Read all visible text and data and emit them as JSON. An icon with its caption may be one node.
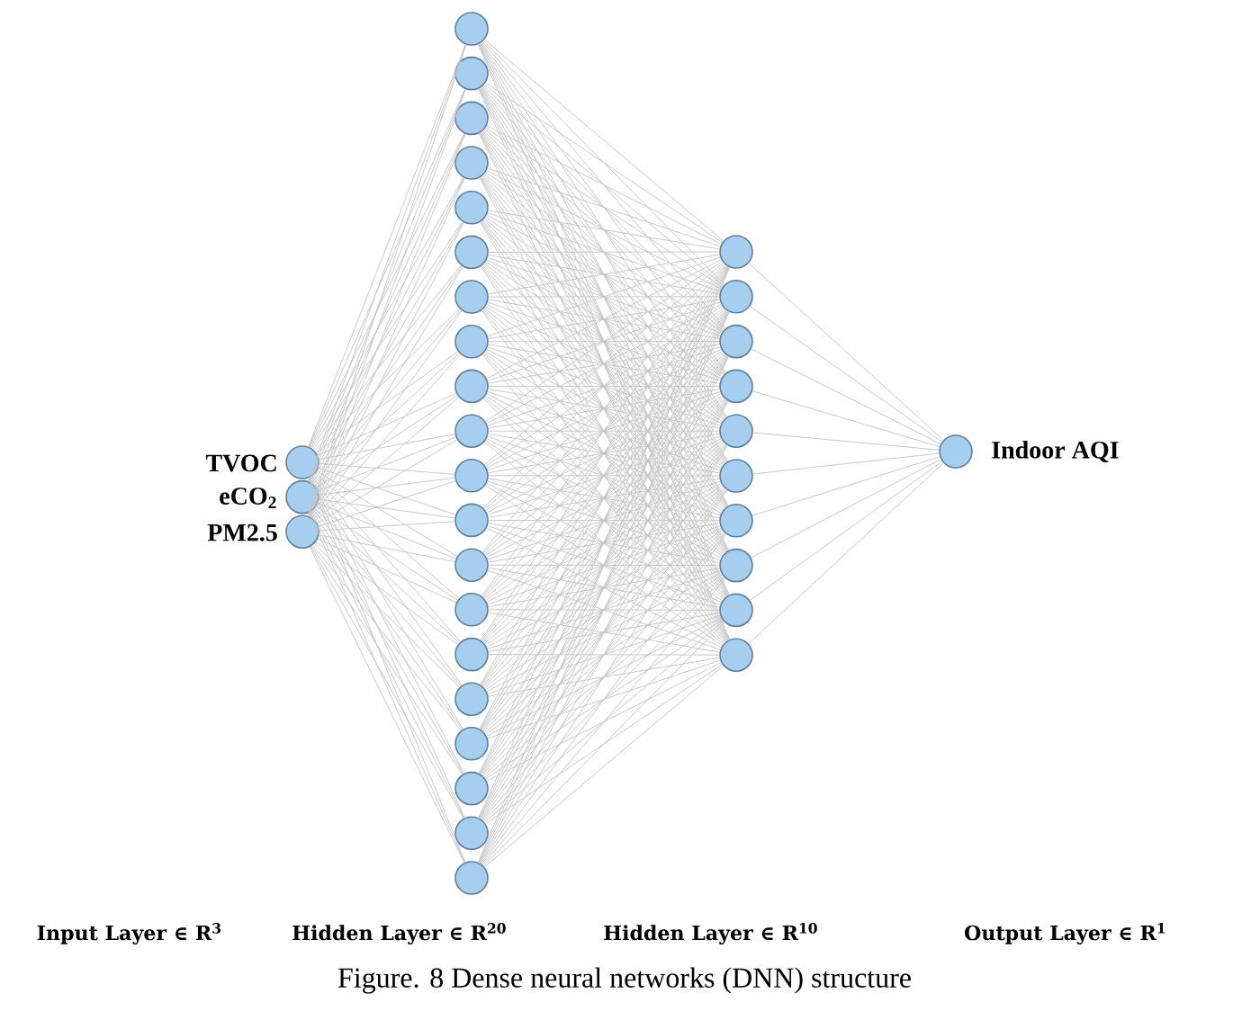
{
  "diagram": {
    "caption": "Figure. 8 Dense neural networks (DNN) structure",
    "nodes": [
      {
        "text": [],
        "shape": "circle",
        "beside": [
          "TVOC"
        ]
      },
      {
        "text": [],
        "shape": "circle",
        "beside": [
          "eCO$_{2}$"
        ]
      },
      {
        "text": [],
        "shape": "circle",
        "beside": [
          "PM2.5"
        ]
      },
      {
        "text": [],
        "shape": "circle"
      },
      {
        "text": [],
        "shape": "circle"
      },
      {
        "text": [],
        "shape": "circle"
      },
      {
        "text": [],
        "shape": "circle"
      },
      {
        "text": [],
        "shape": "circle"
      },
      {
        "text": [],
        "shape": "circle"
      },
      {
        "text": [],
        "shape": "circle"
      },
      {
        "text": [],
        "shape": "circle"
      },
      {
        "text": [],
        "shape": "circle"
      },
      {
        "text": [],
        "shape": "circle"
      },
      {
        "text": [],
        "shape": "circle"
      },
      {
        "text": [],
        "shape": "circle"
      },
      {
        "text": [],
        "shape": "circle"
      },
      {
        "text": [],
        "shape": "circle"
      },
      {
        "text": [],
        "shape": "circle"
      },
      {
        "text": [],
        "shape": "circle"
      },
      {
        "text": [],
        "shape": "circle"
      },
      {
        "text": [],
        "shape": "circle"
      },
      {
        "text": [],
        "shape": "circle"
      },
      {
        "text": [],
        "shape": "circle"
      },
      {
        "text": [],
        "shape": "circle"
      },
      {
        "text": [],
        "shape": "circle"
      },
      {
        "text": [],
        "shape": "circle"
      },
      {
        "text": [],
        "shape": "circle"
      },
      {
        "text": [],
        "shape": "circle"
      },
      {
        "text": [],
        "shape": "circle"
      },
      {
        "text": [],
        "shape": "circle"
      },
      {
        "text": [],
        "shape": "circle"
      },
      {
        "text": [],
        "shape": "circle"
      },
      {
        "text": [],
        "shape": "circle"
      },
      {
        "text": [],
        "shape": "circle",
        "beside": [
          "Indoor AQI"
        ]
      }
    ],
    "edges": [
      {
        "from": 0,
        "to": 3,
        "arrow": "none"
      },
      {
        "from": 0,
        "to": 4,
        "arrow": "none"
      },
      {
        "from": 0,
        "to": 5,
        "arrow": "none"
      },
      {
        "from": 0,
        "to": 6,
        "arrow": "none"
      },
      {
        "from": 0,
        "to": 7,
        "arrow": "none"
      },
      {
        "from": 0,
        "to": 8,
        "arrow": "none"
      },
      {
        "from": 0,
        "to": 9,
        "arrow": "none"
      },
      {
        "from": 0,
        "to": 10,
        "arrow": "none"
      },
      {
        "from": 0,
        "to": 11,
        "arrow": "none"
      },
      {
        "from": 0,
        "to": 12,
        "arrow": "none"
      },
      {
        "from": 0,
        "to": 13,
        "arrow": "none"
      },
      {
        "from": 0,
        "to": 14,
        "arrow": "none"
      },
      {
        "from": 0,
        "to": 15,
        "arrow": "none"
      },
      {
        "from": 0,
        "to": 16,
        "arrow": "none"
      },
      {
        "from": 0,
        "to": 17,
        "arrow": "none"
      },
      {
        "from": 0,
        "to": 18,
        "arrow": "none"
      },
      {
        "from": 0,
        "to": 19,
        "arrow": "none"
      },
      {
        "from": 0,
        "to": 20,
        "arrow": "none"
      },
      {
        "from": 0,
        "to": 21,
        "arrow": "none"
      },
      {
        "from": 0,
        "to": 22,
        "arrow": "none"
      },
      {
        "from": 1,
        "to": 3,
        "arrow": "none"
      },
      {
        "from": 1,
        "to": 4,
        "arrow": "none"
      },
      {
        "from": 1,
        "to": 5,
        "arrow": "none"
      },
      {
        "from": 1,
        "to": 6,
        "arrow": "none"
      },
      {
        "from": 1,
        "to": 7,
        "arrow": "none"
      },
      {
        "from": 1,
        "to": 8,
        "arrow": "none"
      },
      {
        "from": 1,
        "to": 9,
        "arrow": "none"
      },
      {
        "from": 1,
        "to": 10,
        "arrow": "none"
      },
      {
        "from": 1,
        "to": 11,
        "arrow": "none"
      },
      {
        "from": 1,
        "to": 12,
        "arrow": "none"
      },
      {
        "from": 1,
        "to": 13,
        "arrow": "none"
      },
      {
        "from": 1,
        "to": 14,
        "arrow": "none"
      },
      {
        "from": 1,
        "to": 15,
        "arrow": "none"
      },
      {
        "from": 1,
        "to": 16,
        "arrow": "none"
      },
      {
        "from": 1,
        "to": 17,
        "arrow": "none"
      },
      {
        "from": 1,
        "to": 18,
        "arrow": "none"
      },
      {
        "from": 1,
        "to": 19,
        "arrow": "none"
      },
      {
        "from": 1,
        "to": 20,
        "arrow": "none"
      },
      {
        "from": 1,
        "to": 21,
        "arrow": "none"
      },
      {
        "from": 1,
        "to": 22,
        "arrow": "none"
      },
      {
        "from": 2,
        "to": 3,
        "arrow": "none"
      },
      {
        "from": 2,
        "to": 4,
        "arrow": "none"
      },
      {
        "from": 2,
        "to": 5,
        "arrow": "none"
      },
      {
        "from": 2,
        "to": 6,
        "arrow": "none"
      },
      {
        "from": 2,
        "to": 7,
        "arrow": "none"
      },
      {
        "from": 2,
        "to": 8,
        "arrow": "none"
      },
      {
        "from": 2,
        "to": 9,
        "arrow": "none"
      },
      {
        "from": 2,
        "to": 10,
        "arrow": "none"
      },
      {
        "from": 2,
        "to": 11,
        "arrow": "none"
      },
      {
        "from": 2,
        "to": 12,
        "arrow": "none"
      },
      {
        "from": 2,
        "to": 13,
        "arrow": "none"
      },
      {
        "from": 2,
        "to": 14,
        "arrow": "none"
      },
      {
        "from": 2,
        "to": 15,
        "arrow": "none"
      },
      {
        "from": 2,
        "to": 16,
        "arrow": "none"
      },
      {
        "from": 2,
        "to": 17,
        "arrow": "none"
      },
      {
        "from": 2,
        "to": 18,
        "arrow": "none"
      },
      {
        "from": 2,
        "to": 19,
        "arrow": "none"
      },
      {
        "from": 2,
        "to": 20,
        "arrow": "none"
      },
      {
        "from": 2,
        "to": 21,
        "arrow": "none"
      },
      {
        "from": 2,
        "to": 22,
        "arrow": "none"
      },
      {
        "from": 3,
        "to": 23,
        "arrow": "none"
      },
      {
        "from": 3,
        "to": 24,
        "arrow": "none"
      },
      {
        "from": 3,
        "to": 25,
        "arrow": "none"
      },
      {
        "from": 3,
        "to": 26,
        "arrow": "none"
      },
      {
        "from": 3,
        "to": 27,
        "arrow": "none"
      },
      {
        "from": 3,
        "to": 28,
        "arrow": "none"
      },
      {
        "from": 3,
        "to": 29,
        "arrow": "none"
      },
      {
        "from": 3,
        "to": 30,
        "arrow": "none"
      },
      {
        "from": 3,
        "to": 31,
        "arrow": "none"
      },
      {
        "from": 3,
        "to": 32,
        "arrow": "none"
      },
      {
        "from": 4,
        "to": 23,
        "arrow": "none"
      },
      {
        "from": 4,
        "to": 24,
        "arrow": "none"
      },
      {
        "from": 4,
        "to": 25,
        "arrow": "none"
      },
      {
        "from": 4,
        "to": 26,
        "arrow": "none"
      },
      {
        "from": 4,
        "to": 27,
        "arrow": "none"
      },
      {
        "from": 4,
        "to": 28,
        "arrow": "none"
      },
      {
        "from": 4,
        "to": 29,
        "arrow": "none"
      },
      {
        "from": 4,
        "to": 30,
        "arrow": "none"
      },
      {
        "from": 4,
        "to": 31,
        "arrow": "none"
      },
      {
        "from": 4,
        "to": 32,
        "arrow": "none"
      },
      {
        "from": 5,
        "to": 23,
        "arrow": "none"
      },
      {
        "from": 5,
        "to": 24,
        "arrow": "none"
      },
      {
        "from": 5,
        "to": 25,
        "arrow": "none"
      },
      {
        "from": 5,
        "to": 26,
        "arrow": "none"
      },
      {
        "from": 5,
        "to": 27,
        "arrow": "none"
      },
      {
        "from": 5,
        "to": 28,
        "arrow": "none"
      },
      {
        "from": 5,
        "to": 29,
        "arrow": "none"
      },
      {
        "from": 5,
        "to": 30,
        "arrow": "none"
      },
      {
        "from": 5,
        "to": 31,
        "arrow": "none"
      },
      {
        "from": 5,
        "to": 32,
        "arrow": "none"
      },
      {
        "from": 6,
        "to": 23,
        "arrow": "none"
      },
      {
        "from": 6,
        "to": 24,
        "arrow": "none"
      },
      {
        "from": 6,
        "to": 25,
        "arrow": "none"
      },
      {
        "from": 6,
        "to": 26,
        "arrow": "none"
      },
      {
        "from": 6,
        "to": 27,
        "arrow": "none"
      },
      {
        "from": 6,
        "to": 28,
        "arrow": "none"
      },
      {
        "from": 6,
        "to": 29,
        "arrow": "none"
      },
      {
        "from": 6,
        "to": 30,
        "arrow": "none"
      },
      {
        "from": 6,
        "to": 31,
        "arrow": "none"
      },
      {
        "from": 6,
        "to": 32,
        "arrow": "none"
      },
      {
        "from": 7,
        "to": 23,
        "arrow": "none"
      },
      {
        "from": 7,
        "to": 24,
        "arrow": "none"
      },
      {
        "from": 7,
        "to": 25,
        "arrow": "none"
      },
      {
        "from": 7,
        "to": 26,
        "arrow": "none"
      },
      {
        "from": 7,
        "to": 27,
        "arrow": "none"
      },
      {
        "from": 7,
        "to": 28,
        "arrow": "none"
      },
      {
        "from": 7,
        "to": 29,
        "arrow": "none"
      },
      {
        "from": 7,
        "to": 30,
        "arrow": "none"
      },
      {
        "from": 7,
        "to": 31,
        "arrow": "none"
      },
      {
        "from": 7,
        "to": 32,
        "arrow": "none"
      },
      {
        "from": 8,
        "to": 23,
        "arrow": "none"
      },
      {
        "from": 8,
        "to": 24,
        "arrow": "none"
      },
      {
        "from": 8,
        "to": 25,
        "arrow": "none"
      },
      {
        "from": 8,
        "to": 26,
        "arrow": "none"
      },
      {
        "from": 8,
        "to": 27,
        "arrow": "none"
      },
      {
        "from": 8,
        "to": 28,
        "arrow": "none"
      },
      {
        "from": 8,
        "to": 29,
        "arrow": "none"
      },
      {
        "from": 8,
        "to": 30,
        "arrow": "none"
      },
      {
        "from": 8,
        "to": 31,
        "arrow": "none"
      },
      {
        "from": 8,
        "to": 32,
        "arrow": "none"
      },
      {
        "from": 9,
        "to": 23,
        "arrow": "none"
      },
      {
        "from": 9,
        "to": 24,
        "arrow": "none"
      },
      {
        "from": 9,
        "to": 25,
        "arrow": "none"
      },
      {
        "from": 9,
        "to": 26,
        "arrow": "none"
      },
      {
        "from": 9,
        "to": 27,
        "arrow": "none"
      },
      {
        "from": 9,
        "to": 28,
        "arrow": "none"
      },
      {
        "from": 9,
        "to": 29,
        "arrow": "none"
      },
      {
        "from": 9,
        "to": 30,
        "arrow": "none"
      },
      {
        "from": 9,
        "to": 31,
        "arrow": "none"
      },
      {
        "from": 9,
        "to": 32,
        "arrow": "none"
      },
      {
        "from": 10,
        "to": 23,
        "arrow": "none"
      },
      {
        "from": 10,
        "to": 24,
        "arrow": "none"
      },
      {
        "from": 10,
        "to": 25,
        "arrow": "none"
      },
      {
        "from": 10,
        "to": 26,
        "arrow": "none"
      },
      {
        "from": 10,
        "to": 27,
        "arrow": "none"
      },
      {
        "from": 10,
        "to": 28,
        "arrow": "none"
      },
      {
        "from": 10,
        "to": 29,
        "arrow": "none"
      },
      {
        "from": 10,
        "to": 30,
        "arrow": "none"
      },
      {
        "from": 10,
        "to": 31,
        "arrow": "none"
      },
      {
        "from": 10,
        "to": 32,
        "arrow": "none"
      },
      {
        "from": 11,
        "to": 23,
        "arrow": "none"
      },
      {
        "from": 11,
        "to": 24,
        "arrow": "none"
      },
      {
        "from": 11,
        "to": 25,
        "arrow": "none"
      },
      {
        "from": 11,
        "to": 26,
        "arrow": "none"
      },
      {
        "from": 11,
        "to": 27,
        "arrow": "none"
      },
      {
        "from": 11,
        "to": 28,
        "arrow": "none"
      },
      {
        "from": 11,
        "to": 29,
        "arrow": "none"
      },
      {
        "from": 11,
        "to": 30,
        "arrow": "none"
      },
      {
        "from": 11,
        "to": 31,
        "arrow": "none"
      },
      {
        "from": 11,
        "to": 32,
        "arrow": "none"
      },
      {
        "from": 12,
        "to": 23,
        "arrow": "none"
      },
      {
        "from": 12,
        "to": 24,
        "arrow": "none"
      },
      {
        "from": 12,
        "to": 25,
        "arrow": "none"
      },
      {
        "from": 12,
        "to": 26,
        "arrow": "none"
      },
      {
        "from": 12,
        "to": 27,
        "arrow": "none"
      },
      {
        "from": 12,
        "to": 28,
        "arrow": "none"
      },
      {
        "from": 12,
        "to": 29,
        "arrow": "none"
      },
      {
        "from": 12,
        "to": 30,
        "arrow": "none"
      },
      {
        "from": 12,
        "to": 31,
        "arrow": "none"
      },
      {
        "from": 12,
        "to": 32,
        "arrow": "none"
      },
      {
        "from": 13,
        "to": 23,
        "arrow": "none"
      },
      {
        "from": 13,
        "to": 24,
        "arrow": "none"
      },
      {
        "from": 13,
        "to": 25,
        "arrow": "none"
      },
      {
        "from": 13,
        "to": 26,
        "arrow": "none"
      },
      {
        "from": 13,
        "to": 27,
        "arrow": "none"
      },
      {
        "from": 13,
        "to": 28,
        "arrow": "none"
      },
      {
        "from": 13,
        "to": 29,
        "arrow": "none"
      },
      {
        "from": 13,
        "to": 30,
        "arrow": "none"
      },
      {
        "from": 13,
        "to": 31,
        "arrow": "none"
      },
      {
        "from": 13,
        "to": 32,
        "arrow": "none"
      },
      {
        "from": 14,
        "to": 23,
        "arrow": "none"
      },
      {
        "from": 14,
        "to": 24,
        "arrow": "none"
      },
      {
        "from": 14,
        "to": 25,
        "arrow": "none"
      },
      {
        "from": 14,
        "to": 26,
        "arrow": "none"
      },
      {
        "from": 14,
        "to": 27,
        "arrow": "none"
      },
      {
        "from": 14,
        "to": 28,
        "arrow": "none"
      },
      {
        "from": 14,
        "to": 29,
        "arrow": "none"
      },
      {
        "from": 14,
        "to": 30,
        "arrow": "none"
      },
      {
        "from": 14,
        "to": 31,
        "arrow": "none"
      },
      {
        "from": 14,
        "to": 32,
        "arrow": "none"
      },
      {
        "from": 15,
        "to": 23,
        "arrow": "none"
      },
      {
        "from": 15,
        "to": 24,
        "arrow": "none"
      },
      {
        "from": 15,
        "to": 25,
        "arrow": "none"
      },
      {
        "from": 15,
        "to": 26,
        "arrow": "none"
      },
      {
        "from": 15,
        "to": 27,
        "arrow": "none"
      },
      {
        "from": 15,
        "to": 28,
        "arrow": "none"
      },
      {
        "from": 15,
        "to": 29,
        "arrow": "none"
      },
      {
        "from": 15,
        "to": 30,
        "arrow": "none"
      },
      {
        "from": 15,
        "to": 31,
        "arrow": "none"
      },
      {
        "from": 15,
        "to": 32,
        "arrow": "none"
      },
      {
        "from": 16,
        "to": 23,
        "arrow": "none"
      },
      {
        "from": 16,
        "to": 24,
        "arrow": "none"
      },
      {
        "from": 16,
        "to": 25,
        "arrow": "none"
      },
      {
        "from": 16,
        "to": 26,
        "arrow": "none"
      },
      {
        "from": 16,
        "to": 27,
        "arrow": "none"
      },
      {
        "from": 16,
        "to": 28,
        "arrow": "none"
      },
      {
        "from": 16,
        "to": 29,
        "arrow": "none"
      },
      {
        "from": 16,
        "to": 30,
        "arrow": "none"
      },
      {
        "from": 16,
        "to": 31,
        "arrow": "none"
      },
      {
        "from": 16,
        "to": 32,
        "arrow": "none"
      },
      {
        "from": 17,
        "to": 23,
        "arrow": "none"
      },
      {
        "from": 17,
        "to": 24,
        "arrow": "none"
      },
      {
        "from": 17,
        "to": 25,
        "arrow": "none"
      },
      {
        "from": 17,
        "to": 26,
        "arrow": "none"
      },
      {
        "from": 17,
        "to": 27,
        "arrow": "none"
      },
      {
        "from": 17,
        "to": 28,
        "arrow": "none"
      },
      {
        "from": 17,
        "to": 29,
        "arrow": "none"
      },
      {
        "from": 17,
        "to": 30,
        "arrow": "none"
      },
      {
        "from": 17,
        "to": 31,
        "arrow": "none"
      },
      {
        "from": 17,
        "to": 32,
        "arrow": "none"
      },
      {
        "from": 18,
        "to": 23,
        "arrow": "none"
      },
      {
        "from": 18,
        "to": 24,
        "arrow": "none"
      },
      {
        "from": 18,
        "to": 25,
        "arrow": "none"
      },
      {
        "from": 18,
        "to": 26,
        "arrow": "none"
      },
      {
        "from": 18,
        "to": 27,
        "arrow": "none"
      },
      {
        "from": 18,
        "to": 28,
        "arrow": "none"
      },
      {
        "from": 18,
        "to": 29,
        "arrow": "none"
      },
      {
        "from": 18,
        "to": 30,
        "arrow": "none"
      },
      {
        "from": 18,
        "to": 31,
        "arrow": "none"
      },
      {
        "from": 18,
        "to": 32,
        "arrow": "none"
      },
      {
        "from": 19,
        "to": 23,
        "arrow": "none"
      },
      {
        "from": 19,
        "to": 24,
        "arrow": "none"
      },
      {
        "from": 19,
        "to": 25,
        "arrow": "none"
      },
      {
        "from": 19,
        "to": 26,
        "arrow": "none"
      },
      {
        "from": 19,
        "to": 27,
        "arrow": "none"
      },
      {
        "from": 19,
        "to": 28,
        "arrow": "none"
      },
      {
        "from": 19,
        "to": 29,
        "arrow": "none"
      },
      {
        "from": 19,
        "to": 30,
        "arrow": "none"
      },
      {
        "from": 19,
        "to": 31,
        "arrow": "none"
      },
      {
        "from": 19,
        "to": 32,
        "arrow": "none"
      },
      {
        "from": 20,
        "to": 23,
        "arrow": "none"
      },
      {
        "from": 20,
        "to": 24,
        "arrow": "none"
      },
      {
        "from": 20,
        "to": 25,
        "arrow": "none"
      },
      {
        "from": 20,
        "to": 26,
        "arrow": "none"
      },
      {
        "from": 20,
        "to": 27,
        "arrow": "none"
      },
      {
        "from": 20,
        "to": 28,
        "arrow": "none"
      },
      {
        "from": 20,
        "to": 29,
        "arrow": "none"
      },
      {
        "from": 20,
        "to": 30,
        "arrow": "none"
      },
      {
        "from": 20,
        "to": 31,
        "arrow": "none"
      },
      {
        "from": 20,
        "to": 32,
        "arrow": "none"
      },
      {
        "from": 21,
        "to": 23,
        "arrow": "none"
      },
      {
        "from": 21,
        "to": 24,
        "arrow": "none"
      },
      {
        "from": 21,
        "to": 25,
        "arrow": "none"
      },
      {
        "from": 21,
        "to": 26,
        "arrow": "none"
      },
      {
        "from": 21,
        "to": 27,
        "arrow": "none"
      },
      {
        "from": 21,
        "to": 28,
        "arrow": "none"
      },
      {
        "from": 21,
        "to": 29,
        "arrow": "none"
      },
      {
        "from": 21,
        "to": 30,
        "arrow": "none"
      },
      {
        "from": 21,
        "to": 31,
        "arrow": "none"
      },
      {
        "from": 21,
        "to": 32,
        "arrow": "none"
      },
      {
        "from": 22,
        "to": 23,
        "arrow": "none"
      },
      {
        "from": 22,
        "to": 24,
        "arrow": "none"
      },
      {
        "from": 22,
        "to": 25,
        "arrow": "none"
      },
      {
        "from": 22,
        "to": 26,
        "arrow": "none"
      },
      {
        "from": 22,
        "to": 27,
        "arrow": "none"
      },
      {
        "from": 22,
        "to": 28,
        "arrow": "none"
      },
      {
        "from": 22,
        "to": 29,
        "arrow": "none"
      },
      {
        "from": 22,
        "to": 30,
        "arrow": "none"
      },
      {
        "from": 22,
        "to": 31,
        "arrow": "none"
      },
      {
        "from": 22,
        "to": 32,
        "arrow": "none"
      },
      {
        "from": 23,
        "to": 33,
        "arrow": "none"
      },
      {
        "from": 24,
        "to": 33,
        "arrow": "none"
      },
      {
        "from": 25,
        "to": 33,
        "arrow": "none"
      },
      {
        "from": 26,
        "to": 33,
        "arrow": "none"
      },
      {
        "from": 27,
        "to": 33,
        "arrow": "none"
      },
      {
        "from": 28,
        "to": 33,
        "arrow": "none"
      },
      {
        "from": 29,
        "to": 33,
        "arrow": "none"
      },
      {
        "from": 30,
        "to": 33,
        "arrow": "none"
      },
      {
        "from": 31,
        "to": 33,
        "arrow": "none"
      },
      {
        "from": 32,
        "to": 33,
        "arrow": "none"
      }
    ],
    "labels": [
      "Input Layer ∈ R$^{3}$",
      "Hidden Layer ∈ R$^{20}$",
      "Hidden Layer ∈ R$^{10}$",
      "Output Layer ∈ R$^{1}$"
    ]
  }
}
